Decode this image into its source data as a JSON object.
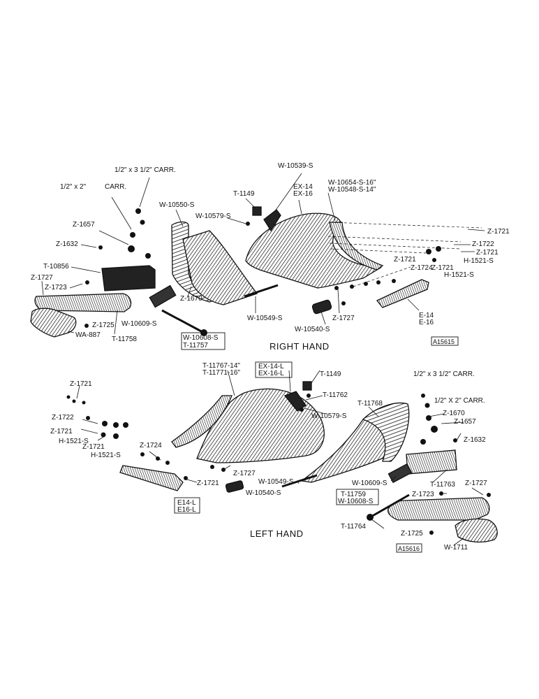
{
  "diagram": {
    "right_hand": {
      "heading": "RIGHT HAND",
      "figure_code": "A15615",
      "labels": {
        "carr_1_2x3_1_2": "1/2\" x 3 1/2\" CARR.",
        "carr_1_2x2": "1/2\" x 2\"",
        "carr_word": "CARR.",
        "w10539": "W-10539-S",
        "t1149": "T-1149",
        "ex14": "EX-14",
        "ex16": "EX-16",
        "w10654": "W-10654-S-16\"",
        "w10548": "W-10548-S-14\"",
        "w10550": "W-10550-S",
        "w10579": "W-10579-S",
        "z1657": "Z-1657",
        "z1632": "Z-1632",
        "t10856": "T-10856",
        "z1727a": "Z-1727",
        "z1723": "Z-1723",
        "z1725": "Z-1725",
        "wa887": "WA-887",
        "t11758": "T-11758",
        "w10609": "W-10609-S",
        "z1670": "Z-1670",
        "w10608": "W-10608-S",
        "t11757": "T-11757",
        "w10549": "W-10549-S",
        "w10540": "W-10540-S",
        "z1727b": "Z-1727",
        "z1721a": "Z-1721",
        "z1724": "Z-1724",
        "z1721b": "Z-1721",
        "z1722": "Z-1722",
        "z1721c": "Z-1721",
        "h1521a": "H-1521-S",
        "z1721d": "Z-1721",
        "h1521b": "H-1521-S",
        "e14": "E-14",
        "e16": "E-16"
      }
    },
    "left_hand": {
      "heading": "LEFT HAND",
      "figure_code": "A15616",
      "labels": {
        "t11767": "T-11767-14\"",
        "t11771": "T-11771-16\"",
        "ex14l": "EX-14-L",
        "ex16l": "EX-16-L",
        "t1149": "T-1149",
        "t11762": "T-11762",
        "w10579": "W-10579-S",
        "carr_1_2x3_1_2": "1/2\" x 3 1/2\" CARR.",
        "carr_1_2x2": "1/2\" X 2\" CARR.",
        "z1670": "Z-1670",
        "z1657": "Z-1657",
        "z1632": "Z-1632",
        "t11768": "T-11768",
        "z1721a": "Z-1721",
        "z1722": "Z-1722",
        "z1721b": "Z-1721",
        "h1521a": "H-1521-S",
        "z1721c": "Z-1721",
        "h1521b": "H-1521-S",
        "z1724": "Z-1724",
        "z1721d": "Z-1721",
        "z1727a": "Z-1727",
        "w10540": "W-10540-S",
        "w10549": "W-10549-S",
        "e14l": "E14-L",
        "e16l": "E16-L",
        "w10609": "W-10609-S",
        "t11763": "T-11763",
        "z1727b": "Z-1727",
        "z1723": "Z-1723",
        "t11759": "T-11759",
        "w10608": "W-10608-S",
        "t11764": "T-11764",
        "z1725": "Z-1725",
        "w1711": "W-1711"
      }
    }
  }
}
